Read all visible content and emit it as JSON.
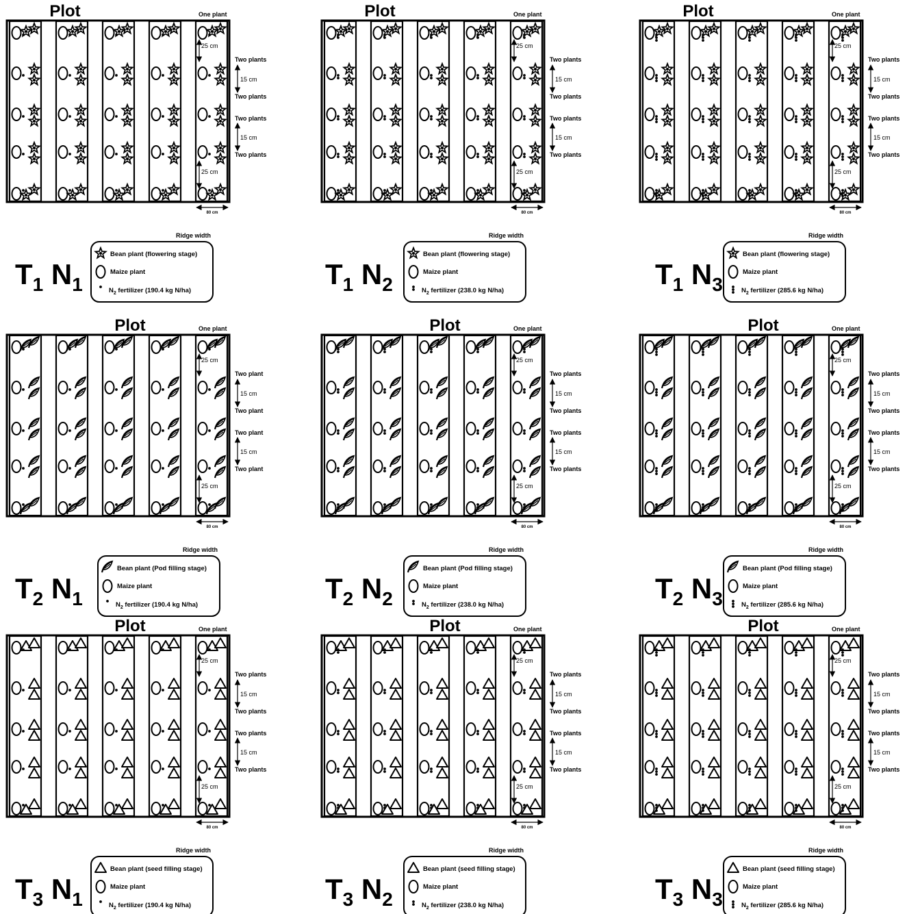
{
  "diagram": {
    "panels": [
      {
        "id": "T1N1",
        "plot_label": "Plot",
        "treatment": {
          "t_letter": "T",
          "t_sub": "1",
          "n_letter": "N",
          "n_sub": "1"
        },
        "bean_stage": "flowering",
        "fertilizer_marker": "single-dot",
        "annotations": {
          "one_plant": "One plant",
          "spacing_25": "25 cm",
          "spacing_15": "15 cm",
          "two_plants_a": "Two plants",
          "two_plants_b": "Two plants",
          "two_plants_c": "Two plants",
          "two_plants_d": "Two plants",
          "ridge_width": "80 cm",
          "ridge_width_title": "Ridge width"
        },
        "legend": {
          "bean": "Bean plant (flowering stage)",
          "maize": "Maize plant",
          "fertilizer_prefix": "N",
          "fertilizer_sub": "2",
          "fertilizer_suffix": " fertilizer (190.4 kg N/ha)"
        }
      },
      {
        "id": "T1N2",
        "plot_label": "Plot",
        "treatment": {
          "t_letter": "T",
          "t_sub": "1",
          "n_letter": "N",
          "n_sub": "2"
        },
        "bean_stage": "flowering",
        "fertilizer_marker": "double-dot",
        "annotations": {
          "one_plant": "One plant",
          "spacing_25": "25 cm",
          "spacing_15": "15 cm",
          "two_plants_a": "Two plants",
          "two_plants_b": "Two plants",
          "two_plants_c": "Two plants",
          "two_plants_d": "Two plants",
          "ridge_width": "80 cm",
          "ridge_width_title": "Ridge width"
        },
        "legend": {
          "bean": "Bean plant (flowering stage)",
          "maize": "Maize plant",
          "fertilizer_prefix": "N",
          "fertilizer_sub": "2",
          "fertilizer_suffix": " fertilizer (238.0 kg N/ha)"
        }
      },
      {
        "id": "T1N3",
        "plot_label": "Plot",
        "treatment": {
          "t_letter": "T",
          "t_sub": "1",
          "n_letter": "N",
          "n_sub": "3"
        },
        "bean_stage": "flowering",
        "fertilizer_marker": "triple-dot",
        "annotations": {
          "one_plant": "One plant",
          "spacing_25": "25 cm",
          "spacing_15": "15 cm",
          "two_plants_a": "Two plants",
          "two_plants_b": "Two plants",
          "two_plants_c": "Two plants",
          "two_plants_d": "Two plants",
          "ridge_width": "80 cm",
          "ridge_width_title": "Ridge width"
        },
        "legend": {
          "bean": "Bean plant (flowering stage)",
          "maize": "Maize plant",
          "fertilizer_prefix": "N",
          "fertilizer_sub": "2",
          "fertilizer_suffix": " fertilizer (285.6 kg N/ha)"
        }
      },
      {
        "id": "T2N1",
        "plot_label": "Plot",
        "treatment": {
          "t_letter": "T",
          "t_sub": "2",
          "n_letter": "N",
          "n_sub": "1"
        },
        "bean_stage": "pod",
        "fertilizer_marker": "single-dot",
        "annotations": {
          "one_plant": "One plant",
          "spacing_25": "25 cm",
          "spacing_15": "15 cm",
          "two_plants_a": "Two plant",
          "two_plants_b": "Two plant",
          "two_plants_c": "Two plant",
          "two_plants_d": "Two plant",
          "ridge_width": "80 cm",
          "ridge_width_title": "Ridge width"
        },
        "legend": {
          "bean": "Bean plant (Pod filling stage)",
          "maize": "Maize plant",
          "fertilizer_prefix": "N",
          "fertilizer_sub": "2",
          "fertilizer_suffix": " fertilizer (190.4 kg N/ha)"
        }
      },
      {
        "id": "T2N2",
        "plot_label": "Plot",
        "treatment": {
          "t_letter": "T",
          "t_sub": "2",
          "n_letter": "N",
          "n_sub": "2"
        },
        "bean_stage": "pod",
        "fertilizer_marker": "double-dot",
        "annotations": {
          "one_plant": "One plant",
          "spacing_25": "25 cm",
          "spacing_15": "15 cm",
          "two_plants_a": "Two plants",
          "two_plants_b": "Two plants",
          "two_plants_c": "Two plants",
          "two_plants_d": "Two plants",
          "ridge_width": "80 cm",
          "ridge_width_title": "Ridge width"
        },
        "legend": {
          "bean": "Bean plant (Pod filling stage)",
          "maize": "Maize plant",
          "fertilizer_prefix": "N",
          "fertilizer_sub": "2",
          "fertilizer_suffix": " fertilizer (238.0 kg N/ha)"
        }
      },
      {
        "id": "T2N3",
        "plot_label": "Plot",
        "treatment": {
          "t_letter": "T",
          "t_sub": "2",
          "n_letter": "N",
          "n_sub": "3"
        },
        "bean_stage": "pod",
        "fertilizer_marker": "triple-dot",
        "annotations": {
          "one_plant": "One plant",
          "spacing_25": "25 cm",
          "spacing_15": "15 cm",
          "two_plants_a": "Two plants",
          "two_plants_b": "Two plants",
          "two_plants_c": "Two plants",
          "two_plants_d": "Two plants",
          "ridge_width": "80 cm",
          "ridge_width_title": "Ridge width"
        },
        "legend": {
          "bean": "Bean plant (Pod filling stage)",
          "maize": "Maize plant",
          "fertilizer_prefix": "N",
          "fertilizer_sub": "2",
          "fertilizer_suffix": " fertilizer (285.6 kg N/ha)"
        }
      },
      {
        "id": "T3N1",
        "plot_label": "Plot",
        "treatment": {
          "t_letter": "T",
          "t_sub": "3",
          "n_letter": "N",
          "n_sub": "1"
        },
        "bean_stage": "seed",
        "fertilizer_marker": "single-dot",
        "annotations": {
          "one_plant": "One plant",
          "spacing_25": "25 cm",
          "spacing_15": "15 cm",
          "two_plants_a": "Two plants",
          "two_plants_b": "Two plants",
          "two_plants_c": "Two plants",
          "two_plants_d": "Two plants",
          "ridge_width": "80 cm",
          "ridge_width_title": "Ridge width"
        },
        "legend": {
          "bean": "Bean plant (seed filling stage)",
          "maize": "Maize plant",
          "fertilizer_prefix": "N",
          "fertilizer_sub": "2",
          "fertilizer_suffix": " fertilizer (190.4 kg N/ha)"
        }
      },
      {
        "id": "T3N2",
        "plot_label": "Plot",
        "treatment": {
          "t_letter": "T",
          "t_sub": "3",
          "n_letter": "N",
          "n_sub": "2"
        },
        "bean_stage": "seed",
        "fertilizer_marker": "double-dot",
        "annotations": {
          "one_plant": "One plant",
          "spacing_25": "25 cm",
          "spacing_15": "15 cm",
          "two_plants_a": "Two plants",
          "two_plants_b": "Two plants",
          "two_plants_c": "Two plants",
          "two_plants_d": "Two plants",
          "ridge_width": "80 cm",
          "ridge_width_title": "Ridge width"
        },
        "legend": {
          "bean": "Bean plant (seed filling stage)",
          "maize": "Maize plant",
          "fertilizer_prefix": "N",
          "fertilizer_sub": "2",
          "fertilizer_suffix": " fertilizer (238.0 kg N/ha)"
        }
      },
      {
        "id": "T3N3",
        "plot_label": "Plot",
        "treatment": {
          "t_letter": "T",
          "t_sub": "3",
          "n_letter": "N",
          "n_sub": "3"
        },
        "bean_stage": "seed",
        "fertilizer_marker": "triple-dot",
        "annotations": {
          "one_plant": "One plant",
          "spacing_25": "25 cm",
          "spacing_15": "15 cm",
          "two_plants_a": "Two plants",
          "two_plants_b": "Two plants",
          "two_plants_c": "Two plants",
          "two_plants_d": "Two plants",
          "ridge_width": "80 cm",
          "ridge_width_title": "Ridge width"
        },
        "legend": {
          "bean": "Bean plant (seed filling stage)",
          "maize": "Maize plant",
          "fertilizer_prefix": "N",
          "fertilizer_sub": "2",
          "fertilizer_suffix": " fertilizer (285.6 kg N/ha)"
        }
      }
    ]
  }
}
